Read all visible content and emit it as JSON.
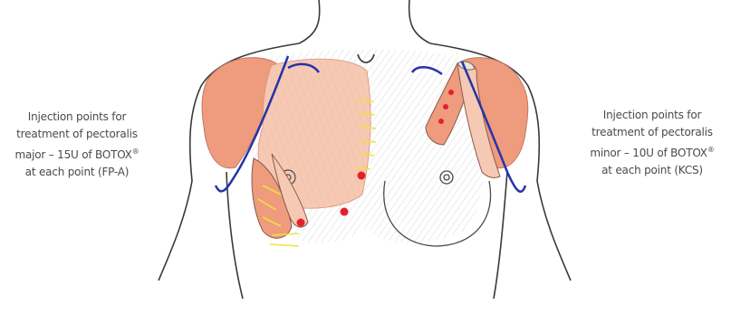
{
  "left_caption": {
    "line1": "Injection points for",
    "line2": "treatment of pectoralis",
    "line3_pre": "major – 15U of BOTOX",
    "reg": "®",
    "line4": "at each point (FP-A)"
  },
  "right_caption": {
    "line1": "Injection points for",
    "line2": "treatment of pectoralis",
    "line3_pre": "minor – 10U of BOTOX",
    "reg": "®",
    "line4": "at each point (KCS)"
  },
  "colors": {
    "muscle": "#ee9b7e",
    "muscle_light": "#f6c9b4",
    "nerve": "#2633a8",
    "injection_point": "#e5202a",
    "tendon": "#f2e23a",
    "outline": "#3a3a3a",
    "chest_hatch": "#c9c9c9"
  },
  "injection_points": {
    "pectoralis_major_count": 3,
    "pectoralis_minor_count": 3
  }
}
